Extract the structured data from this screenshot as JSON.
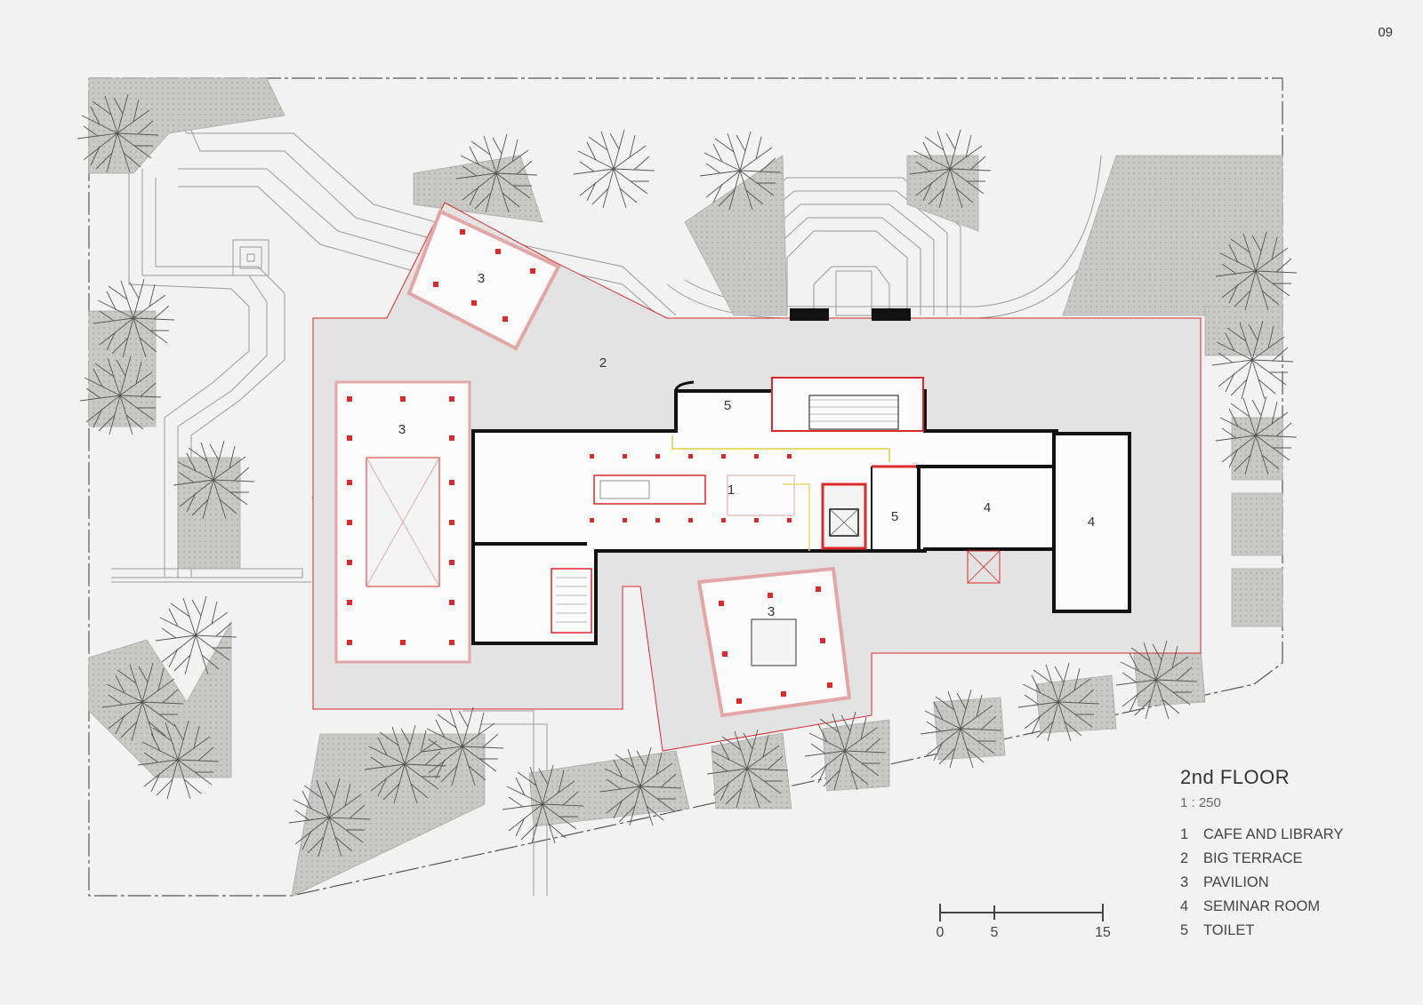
{
  "page_number": "09",
  "title": {
    "floor": "2nd  FLOOR",
    "scale": "1 : 250"
  },
  "legend": [
    {
      "number": "1",
      "label": "CAFE AND LIBRARY"
    },
    {
      "number": "2",
      "label": "BIG TERRACE"
    },
    {
      "number": "3",
      "label": "PAVILION"
    },
    {
      "number": "4",
      "label": "SEMINAR ROOM"
    },
    {
      "number": "5",
      "label": "TOILET"
    }
  ],
  "scale_bar": {
    "ticks": [
      "0",
      "5",
      "15"
    ]
  },
  "room_labels": {
    "cafe": "1",
    "terrace": "2",
    "pavilion_top": "3",
    "pavilion_left": "3",
    "pavilion_bottom": "3",
    "seminar_a": "4",
    "seminar_b": "4",
    "toilet_top": "5",
    "toilet_mid": "5"
  },
  "colors": {
    "background": "#f2f2f2",
    "terrace": "#e3e3e3",
    "planting": "#c9c9c6",
    "wall": "#111111",
    "accent_red": "#d92b2b",
    "accent_yellow": "#e8d870"
  }
}
